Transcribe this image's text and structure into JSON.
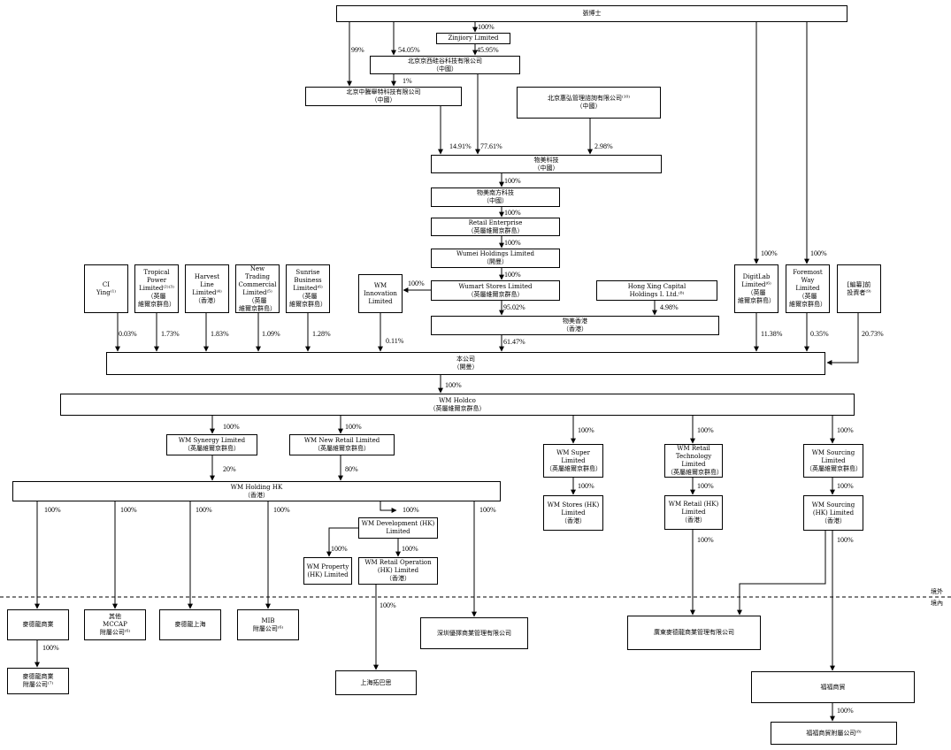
{
  "entities": {
    "dr_zhang": "張博士",
    "zinjiory": "Zinjiory Limited",
    "bj_xinke": "北京京西硅谷科技有限公司\n（中國）",
    "bj_zhongteng": "北京中騰舉特科技有限公司\n（中國）",
    "bj_huihong": "北京惠弘管理諮詢有限公司⁽¹⁰⁾\n（中國）",
    "wumei_tech": "物美科技\n（中國）",
    "wumei_south": "物美南方科技\n（中國）",
    "retail_ent": "Retail Enterprise\n（英屬維爾京群島）",
    "wumei_holdings": "Wumei Holdings Limited\n（開曼）",
    "wumart_stores": "Wumart Stores Limited\n（英屬維爾京群島）",
    "hongxing": "Hong Xing Capital\nHoldings I. Ltd.⁽⁸⁾",
    "wumei_hk": "物美香港\n（香港）",
    "wm_innovation": "WM\nInnovation\nLimited",
    "ci_ying": "CI\nYing⁽¹⁾",
    "tropical": "Tropical\nPower\nLimited⁽²⁾⁽³⁾\n（英屬\n維爾京群島）",
    "harvest": "Harvest\nLine\nLimited⁽⁴⁾\n（香港）",
    "new_trading": "New\nTrading\nCommercial\nLimited⁽⁵⁾\n（英屬\n維爾京群島）",
    "sunrise": "Sunrise\nBusiness\nLimited⁽⁶⁾\n（英屬\n維爾京群島）",
    "digitlab": "DigitLab\nLimited⁽⁶⁾\n（英屬\n維爾京群島）",
    "foremost": "Foremost\nWay\nLimited\n（英屬\n維爾京群島）",
    "pre_ipo": "[編纂]前\n投資者⁽⁹⁾",
    "company": "本公司\n（開曼）",
    "wm_holdco": "WM Holdco\n（英屬維爾京群島）",
    "wm_synergy": "WM Synergy Limited\n（英屬維爾京群島）",
    "wm_new_retail": "WM New Retail Limited\n（英屬維爾京群島）",
    "wm_super": "WM Super\nLimited\n（英屬維爾京群島）",
    "wm_retail_tech": "WM Retail\nTechnology\nLimited\n（英屬維爾京群島）",
    "wm_sourcing": "WM Sourcing\nLimited\n（英屬維爾京群島）",
    "wm_holding_hk": "WM Holding HK\n（香港）",
    "wm_stores_hk": "WM Stores (HK)\nLimited\n（香港）",
    "wm_retail_hk": "WM Retail (HK)\nLimited\n（香港）",
    "wm_sourcing_hk": "WM Sourcing\n(HK) Limited\n（香港）",
    "wm_development": "WM Development (HK)\nLimited",
    "wm_property": "WM Property\n(HK) Limited",
    "wm_retail_op": "WM Retail Operation\n(HK) Limited\n（香港）",
    "maidelong": "麥德龍商業",
    "other_mccap": "其他\nMCCAP\n附屬公司⁽⁶⁾",
    "maidelong_sh": "麥德龍上海",
    "mib": "MIB\n附屬公司⁽⁶⁾",
    "shenzhen": "深圳優擇商業管理有限公司",
    "guangdong": "廣東麥德龍商業管理有限公司",
    "maidelong_subs": "麥德龍商業\n附屬公司⁽⁷⁾",
    "sh_tuobasi": "上海拓巴思",
    "yuefu": "福福商貿",
    "yuefu_subs": "福福商貿附屬公司⁽⁸⁾"
  },
  "percentages": {
    "p_100_zinjiory": "100%",
    "p_99": "99%",
    "p_5405": "54.05%",
    "p_4595": "45.95%",
    "p_1": "1%",
    "p_1491": "14.91%",
    "p_7761": "77.61%",
    "p_298": "2.98%",
    "p_100_south": "100%",
    "p_100_retail_ent": "100%",
    "p_100_holdings": "100%",
    "p_100_stores": "100%",
    "p_100_innovation": "100%",
    "p_9502": "95.02%",
    "p_498": "4.98%",
    "p_100_digitlab": "100%",
    "p_100_foremost": "100%",
    "p_003": "0.03%",
    "p_173": "1.73%",
    "p_183": "1.83%",
    "p_109": "1.09%",
    "p_128": "1.28%",
    "p_011": "0.11%",
    "p_6147": "61.47%",
    "p_1138": "11.38%",
    "p_035": "0.35%",
    "p_2073": "20.73%",
    "p_100_holdco": "100%",
    "p_100_synergy": "100%",
    "p_100_new_retail": "100%",
    "p_100_super": "100%",
    "p_100_retail_tech": "100%",
    "p_100_sourcing": "100%",
    "p_20": "20%",
    "p_80": "80%",
    "p_100_stores_hk": "100%",
    "p_100_retail_hk": "100%",
    "p_100_sourcing_hk": "100%",
    "p_100_h1": "100%",
    "p_100_h2": "100%",
    "p_100_h3": "100%",
    "p_100_h4": "100%",
    "p_100_h5": "100%",
    "p_100_h6": "100%",
    "p_100_property": "100%",
    "p_100_retail_op": "100%",
    "p_100_guangdong": "100%",
    "p_100_tuobasi": "100%",
    "p_100_maidelong_subs": "100%",
    "p_100_yuefu_subs": "100%"
  },
  "regions": {
    "offshore": "境外",
    "onshore": "境內"
  }
}
